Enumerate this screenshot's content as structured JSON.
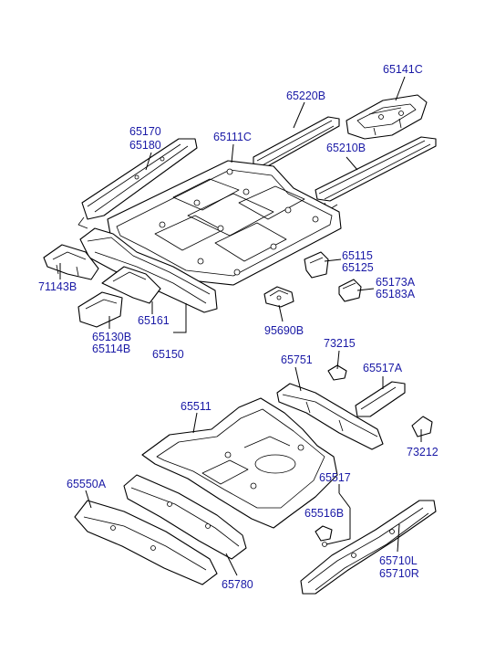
{
  "labels": {
    "p65141c": "65141C",
    "p65220b": "65220B",
    "p65170": "65170",
    "p65180": "65180",
    "p65111c": "65111C",
    "p65210b": "65210B",
    "p65115": "65115",
    "p65125": "65125",
    "p71143b": "71143B",
    "p65173a": "65173A",
    "p65183a": "65183A",
    "p65161": "65161",
    "p65130b": "65130B",
    "p65114b": "65114B",
    "p65150": "65150",
    "p95690b": "95690B",
    "p73215": "73215",
    "p65751": "65751",
    "p65517a": "65517A",
    "p65511": "65511",
    "p73212": "73212",
    "p65550a": "65550A",
    "p65517": "65517",
    "p65516b": "65516B",
    "p65780": "65780",
    "p65710l": "65710L",
    "p65710r": "65710R"
  }
}
